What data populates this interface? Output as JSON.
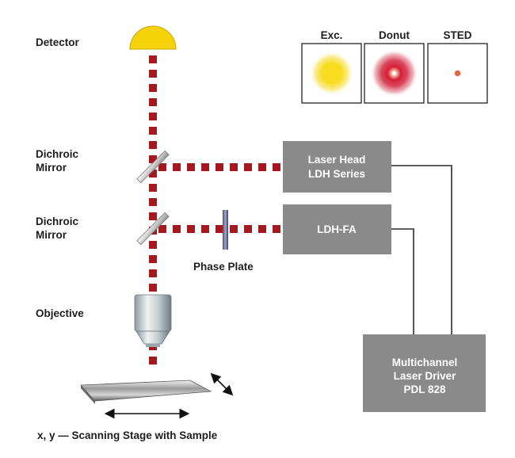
{
  "labels": {
    "detector": "Detector",
    "dichroic_1_line1": "Dichroic",
    "dichroic_1_line2": "Mirror",
    "dichroic_2_line1": "Dichroic",
    "dichroic_2_line2": "Mirror",
    "objective": "Objective",
    "phase_plate": "Phase Plate",
    "stage": "x, y — Scanning Stage with Sample"
  },
  "boxes": {
    "laser_head_line1": "Laser Head",
    "laser_head_line2": "LDH Series",
    "ldh_fa": "LDH-FA",
    "driver_line1": "Multichannel",
    "driver_line2": "Laser Driver",
    "driver_line3": "PDL 828"
  },
  "psf": [
    {
      "label": "Exc.",
      "icon": "yellow-excitation-spot-icon"
    },
    {
      "label": "Donut",
      "icon": "red-donut-spot-icon"
    },
    {
      "label": "STED",
      "icon": "small-sted-spot-icon"
    }
  ],
  "colors": {
    "beam": "#a3191f",
    "box": "#8a8a8a",
    "detector": "#f5d20a",
    "excitation": "#f5d20a",
    "donut": "#d51f36"
  }
}
